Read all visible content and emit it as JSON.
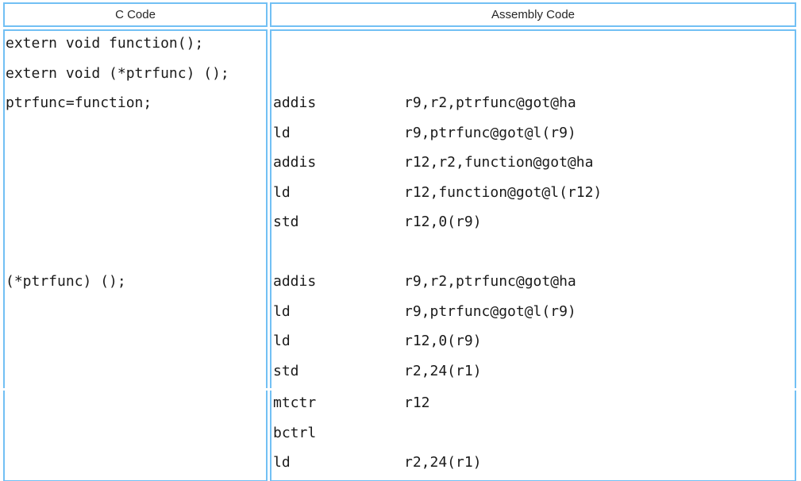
{
  "theme": {
    "background": "#ffffff",
    "border_color": "#72c0f4",
    "text_color": "#1a1a1a",
    "header_text_color": "#262626"
  },
  "table": {
    "columns": [
      {
        "label": "C Code"
      },
      {
        "label": "Assembly Code"
      }
    ],
    "c_code": {
      "lines": [
        "extern void function();",
        "extern void (*ptrfunc) ();",
        "ptrfunc=function;",
        "",
        "",
        "",
        "",
        "",
        "(*ptrfunc) ();"
      ]
    },
    "assembly": {
      "block1": [
        {
          "mn": "",
          "op": ""
        },
        {
          "mn": "",
          "op": ""
        },
        {
          "mn": "addis",
          "op": "r9,r2,ptrfunc@got@ha"
        },
        {
          "mn": "ld",
          "op": "r9,ptrfunc@got@l(r9)"
        },
        {
          "mn": "addis",
          "op": "r12,r2,function@got@ha"
        },
        {
          "mn": "ld",
          "op": "r12,function@got@l(r12)"
        },
        {
          "mn": "std",
          "op": "r12,0(r9)"
        },
        {
          "mn": "",
          "op": ""
        },
        {
          "mn": "addis",
          "op": "r9,r2,ptrfunc@got@ha"
        },
        {
          "mn": "ld",
          "op": "r9,ptrfunc@got@l(r9)"
        },
        {
          "mn": "ld",
          "op": "r12,0(r9)"
        },
        {
          "mn": "std",
          "op": "r2,24(r1)"
        }
      ],
      "block2": [
        {
          "mn": "mtctr",
          "op": "r12"
        },
        {
          "mn": "bctrl",
          "op": ""
        },
        {
          "mn": "ld",
          "op": "r2,24(r1)"
        }
      ]
    }
  }
}
